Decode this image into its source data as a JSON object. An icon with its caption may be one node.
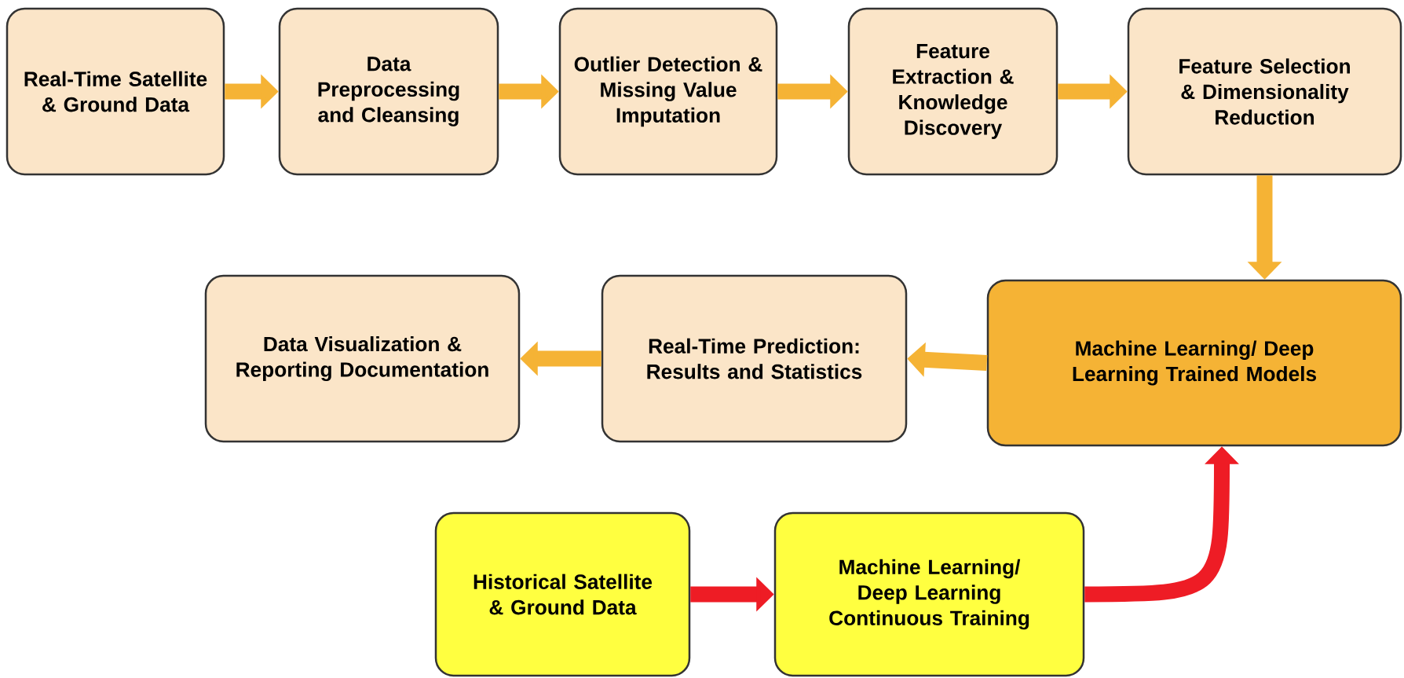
{
  "diagram": {
    "nodes": [
      {
        "text": [
          "Real-Time Satellite & Ground Data"
        ]
      },
      {
        "text": [
          "Data Preprocessing and Cleansing"
        ]
      },
      {
        "text": [
          "Outlier Detection & Missing Value Imputation"
        ]
      },
      {
        "text": [
          "Feature Extraction & Knowledge Discovery"
        ]
      },
      {
        "text": [
          "Feature Selection & Dimensionality Reduction"
        ]
      },
      {
        "text": [
          "Data Visualization & Reporting Documentation"
        ]
      },
      {
        "text": [
          "Real-Time Prediction: Results and Statistics"
        ]
      },
      {
        "text": [
          "Machine Learning/ Deep Learning Trained Models"
        ]
      },
      {
        "text": [
          "Historical Satellite & Ground Data"
        ]
      },
      {
        "text": [
          "Machine Learning/ Deep Learning Continuous Training"
        ]
      }
    ],
    "edges": [
      {
        "from": 0,
        "to": 1,
        "arrow": "to"
      },
      {
        "from": 1,
        "to": 2,
        "arrow": "to"
      },
      {
        "from": 2,
        "to": 3,
        "arrow": "to"
      },
      {
        "from": 3,
        "to": 4,
        "arrow": "to"
      },
      {
        "from": 4,
        "to": 7,
        "arrow": "to"
      },
      {
        "from": 7,
        "to": 6,
        "arrow": "to"
      },
      {
        "from": 6,
        "to": 5,
        "arrow": "to"
      },
      {
        "from": 8,
        "to": 9,
        "arrow": "to",
        "color": "#ee1c25"
      },
      {
        "from": 9,
        "to": 7,
        "arrow": "to",
        "color": "#ee1c25"
      }
    ]
  }
}
